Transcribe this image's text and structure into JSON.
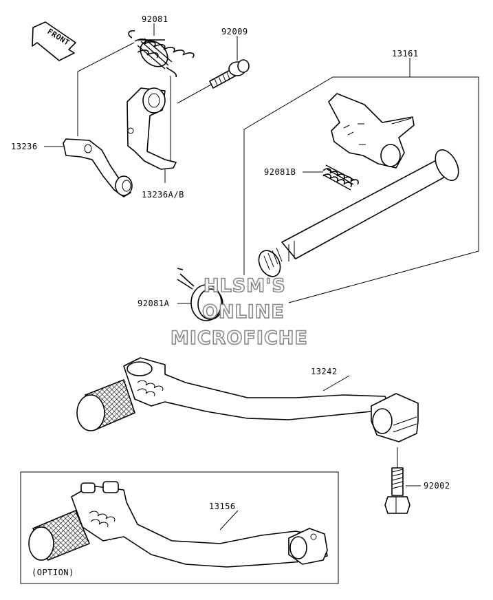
{
  "callouts": {
    "c92081": "92081",
    "c92009": "92009",
    "c13161": "13161",
    "c13236": "13236",
    "c92081B": "92081B",
    "c13236AB": "13236A/B",
    "c92081A": "92081A",
    "c13242": "13242",
    "c92002": "92002",
    "c13156": "13156"
  },
  "front_arrow_label": "FRONT",
  "option_label": "(OPTION)",
  "watermark": {
    "line1": "HLSM'S",
    "line2": "ONLINE",
    "line3": "MICROFICHE"
  }
}
